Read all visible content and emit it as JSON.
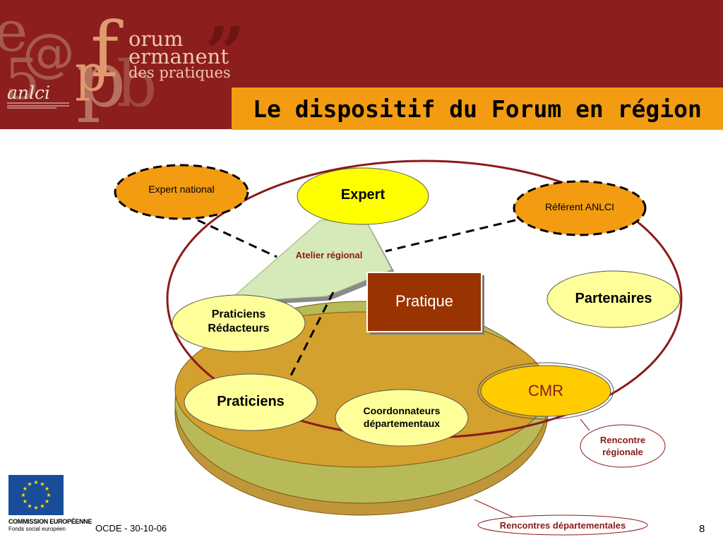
{
  "header": {
    "logo": {
      "ghost_letters": [
        "e",
        "5",
        "@",
        "p",
        "b",
        "”"
      ],
      "main_letters": [
        "f",
        "p"
      ],
      "line1": "orum",
      "line2": "ermanent",
      "line3": "des pratiques",
      "org": "anlci"
    },
    "title": "Le dispositif du Forum en région"
  },
  "diagram": {
    "expert_national": "Expert national",
    "expert": "Expert",
    "referent": "Référent ANLCI",
    "atelier": "Atelier régional",
    "pratique": "Pratique",
    "partenaires": "Partenaires",
    "praticiens_redacteurs_line1": "Praticiens",
    "praticiens_redacteurs_line2": "Rédacteurs",
    "praticiens": "Praticiens",
    "coordonnateurs_line1": "Coordonnateurs",
    "coordonnateurs_line2": "départementaux",
    "cmr": "CMR",
    "rencontre_regionale_line1": "Rencontre",
    "rencontre_regionale_line2": "régionale",
    "rencontres_departementales": "Rencontres départementales"
  },
  "footer": {
    "eu_line1": "COMMISSION EUROPÉENNE",
    "eu_line2": "Fonds social européen",
    "date_text": "OCDE - 30-10-06",
    "page_number": "8"
  },
  "colors": {
    "header_bg": "#8c1e1e",
    "title_bg": "#f39c12",
    "ellipse_border": "#8b1a1a",
    "disk_fill": "#d4a02e",
    "orange_node": "#f39c12",
    "yellow_node": "#ffff99",
    "pratique_box": "#993300",
    "eu_blue": "#1a4d99",
    "eu_star": "#ffdd00"
  }
}
